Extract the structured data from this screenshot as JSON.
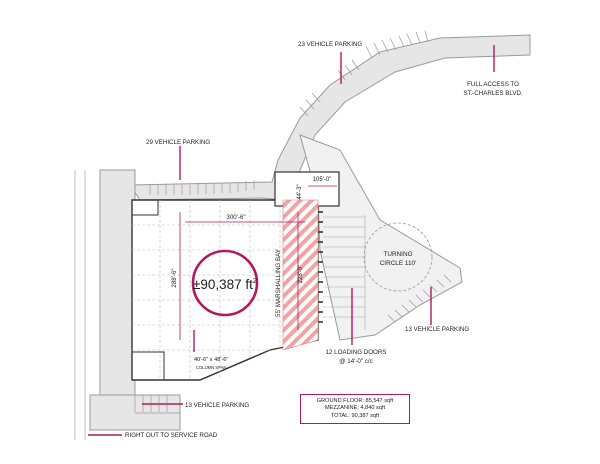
{
  "labels": {
    "parking_top": "23 VEHICLE PARKING",
    "access": [
      "FULL ACCESS TO",
      "ST.-CHARLES BLVD."
    ],
    "parking_left": "29 VEHICLE PARKING",
    "dim_105": "105'-0\"",
    "dim_44": "44'-3\"",
    "dim_300": "300'-6\"",
    "dim_288": "288'-6\"",
    "area": "±90,387 ft",
    "area_sup": "2",
    "marshalling": "55' MARSHALLING BAY",
    "dim_228": "228'-9\"",
    "turning": [
      "TURNING",
      "CIRCLE 110'"
    ],
    "parking_right": "13 VEHICLE PARKING",
    "column_span": "40'-6\" x 48'-6\"",
    "column_span_sub": "COLUMN SPAN",
    "loading": [
      "12 LOADING DOORS",
      "@ 14'-0\" c/c"
    ],
    "parking_bottom": "13 VEHICLE PARKING",
    "service_road": "RIGHT OUT TO SERVICE ROAD"
  },
  "legend": {
    "ground_floor": "GROUND FLOOR: 85,547 sqft",
    "mezzanine": "MEZZANINE: 4,840 sqft",
    "total": "TOTAL: 90,387 sqft"
  },
  "colors": {
    "accent": "#b5175e",
    "hatch": "#f2a3a3",
    "pavement": "#e6e6e6",
    "road_edge": "#9a9a9a"
  }
}
